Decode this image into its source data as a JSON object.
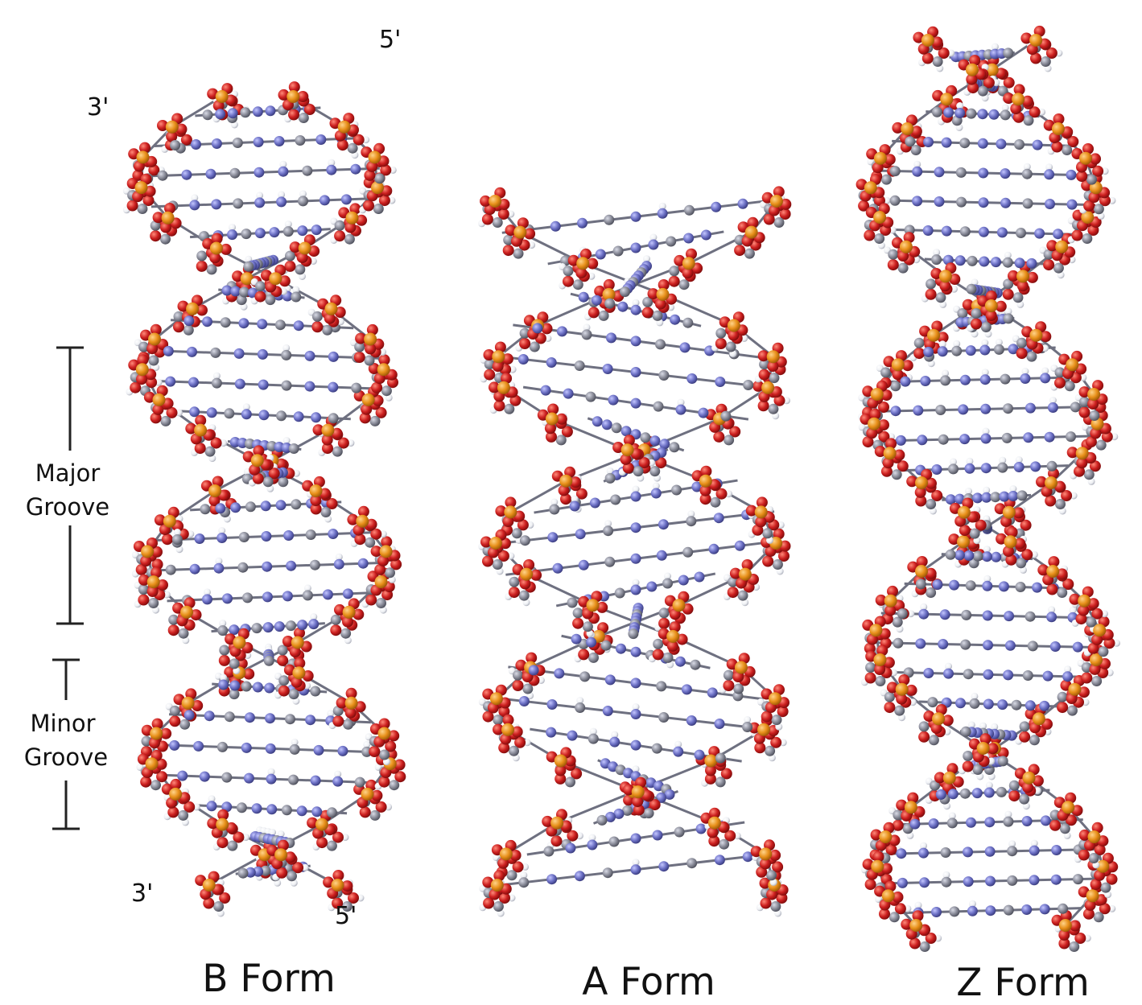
{
  "structures": [
    {
      "id": "b-form",
      "label": "B Form",
      "ends": {
        "top_left": "3'",
        "top_right": "5'",
        "bottom_left": "3'",
        "bottom_right": "5'"
      }
    },
    {
      "id": "a-form",
      "label": "A Form"
    },
    {
      "id": "z-form",
      "label": "Z Form"
    }
  ],
  "grooves": {
    "major": {
      "line1": "Major",
      "line2": "Groove"
    },
    "minor": {
      "line1": "Minor",
      "line2": "Groove"
    }
  },
  "atom_colors": {
    "phosphorus": "#e8901a",
    "oxygen": "#cc1f1f",
    "carbon": "#8a8c99",
    "nitrogen": "#6b6fc4",
    "hydrogen": "#eef0f4"
  }
}
